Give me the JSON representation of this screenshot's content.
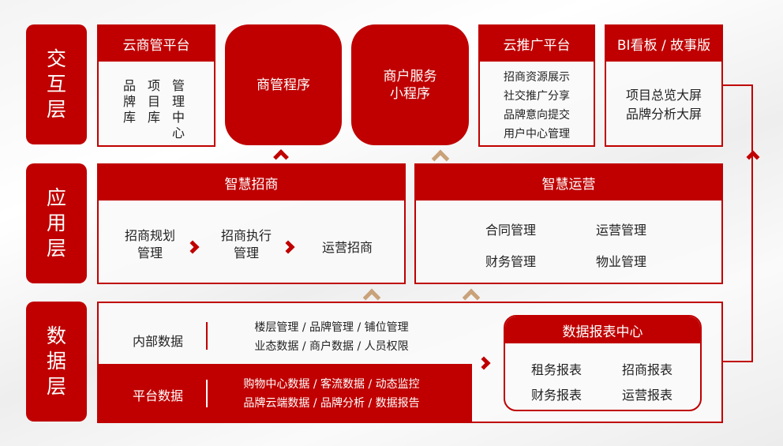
{
  "layers": [
    {
      "chars": [
        "交",
        "互",
        "层"
      ]
    },
    {
      "chars": [
        "应",
        "用",
        "层"
      ]
    },
    {
      "chars": [
        "数",
        "据",
        "层"
      ]
    }
  ],
  "interaction": {
    "yunshangguan": {
      "title": "云商管平台",
      "cols": [
        [
          "品",
          "牌",
          "库"
        ],
        [
          "项",
          "目",
          "库"
        ],
        [
          "管",
          "理",
          "中",
          "心"
        ]
      ]
    },
    "shangguan": {
      "title": "商管程序"
    },
    "merchant": {
      "line1": "商户服务",
      "line2": "小程序"
    },
    "promo": {
      "title": "云推广平台",
      "items": [
        "招商资源展示",
        "社交推广分享",
        "品牌意向提交",
        "用户中心管理"
      ]
    },
    "bi": {
      "title": "BI看板 / 故事版",
      "items": [
        "项目总览大屏",
        "品牌分析大屏"
      ]
    }
  },
  "application": {
    "zhaoshang": {
      "title": "智慧招商",
      "steps": [
        [
          "招商规划",
          "管理"
        ],
        [
          "招商执行",
          "管理"
        ],
        [
          "运营招商"
        ]
      ]
    },
    "yunying": {
      "title": "智慧运营",
      "items": [
        "合同管理",
        "运营管理",
        "财务管理",
        "物业管理"
      ]
    }
  },
  "data_layer": {
    "internal": {
      "label": "内部数据",
      "lines": [
        "楼层管理 / 品牌管理 / 铺位管理",
        "业态数据 / 商户数据 / 人员权限"
      ]
    },
    "platform": {
      "label": "平台数据",
      "lines": [
        "购物中心数据 / 客流数据 / 动态监控",
        "品牌云端数据 / 品牌分析 / 数据报告"
      ]
    },
    "report": {
      "title": "数据报表中心",
      "items": [
        "租务报表",
        "招商报表",
        "财务报表",
        "运营报表"
      ]
    }
  },
  "colors": {
    "primary": "#c00000",
    "accent": "#c9a27a"
  }
}
